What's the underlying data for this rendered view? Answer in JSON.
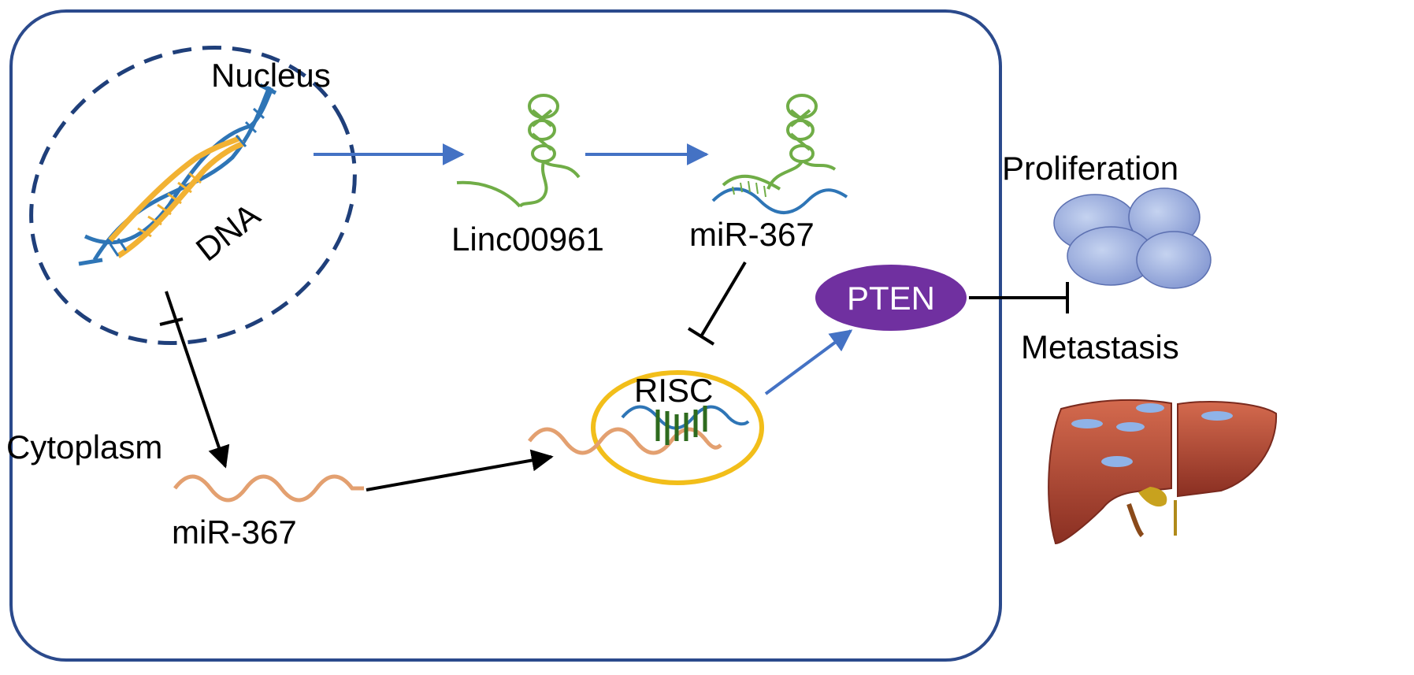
{
  "labels": {
    "nucleus": "Nucleus",
    "dna": "DNA",
    "linc": "Linc00961",
    "mir_top": "miR-367",
    "mir_bottom": "miR-367",
    "cytoplasm": "Cytoplasm",
    "risc": "RISC",
    "pten": "PTEN",
    "proliferation": "Proliferation",
    "metastasis": "Metastasis"
  },
  "colors": {
    "cell_border": "#2b4a8c",
    "nucleus_border": "#1f3f7a",
    "blue_arrow": "#4472c4",
    "black_arrow": "#000000",
    "dna_orange": "#f2b233",
    "dna_blue": "#2e75b6",
    "rna_green": "#70ad47",
    "mirna_orange": "#e3a070",
    "risc_ring": "#f2be1a",
    "pten_fill": "#7030a0",
    "cell_fill": "#8ea9db",
    "liver": "#c0573e"
  },
  "icons": [
    "dna-helix-icon",
    "rna-hairpin-icon",
    "cell-cluster-icon",
    "liver-icon"
  ]
}
